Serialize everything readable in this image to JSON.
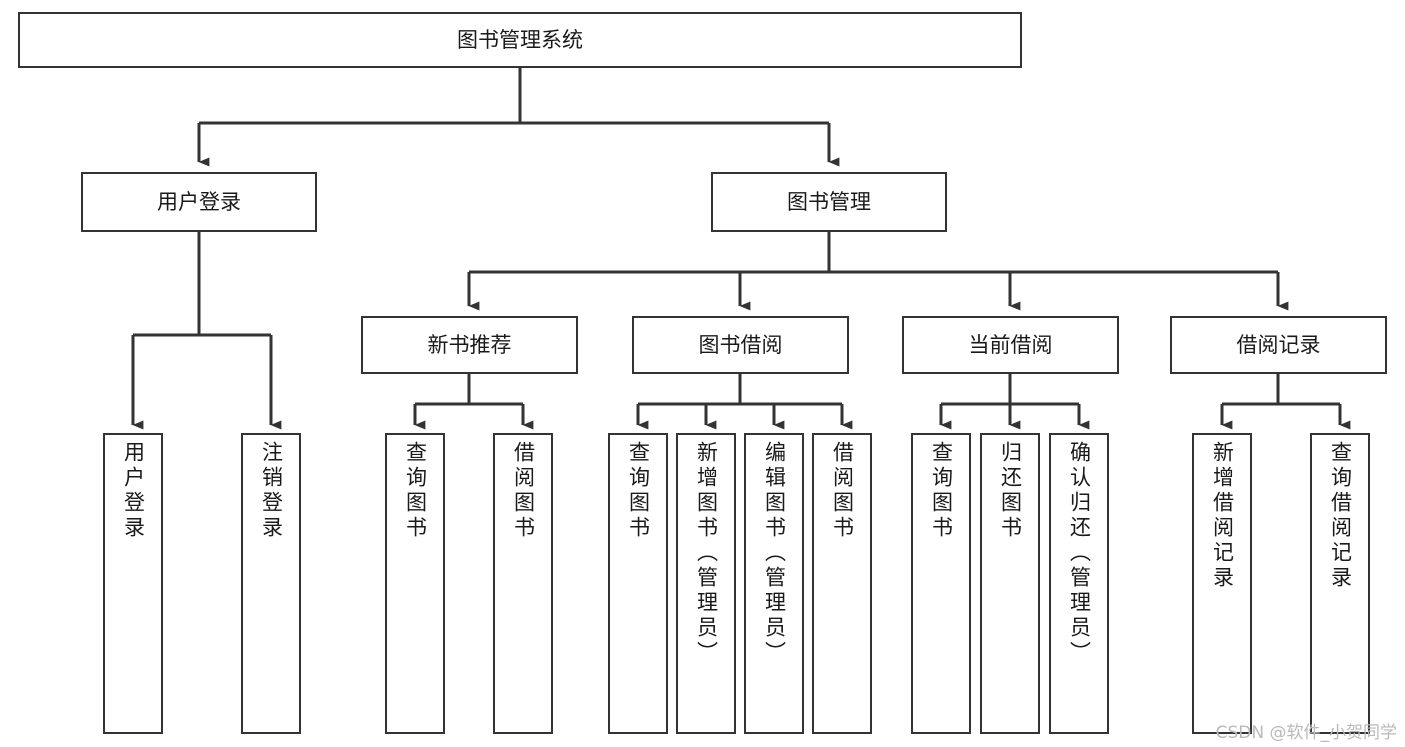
{
  "diagram": {
    "type": "tree",
    "title": "图书管理系统",
    "watermark": "CSDN @软件_小贺同学",
    "levels": {
      "root": {
        "label": "图书管理系统"
      },
      "level2": [
        {
          "id": "user-login",
          "label": "用户登录"
        },
        {
          "id": "book-management",
          "label": "图书管理"
        }
      ],
      "level3": [
        {
          "id": "new-book-recommend",
          "label": "新书推荐",
          "parent": "book-management"
        },
        {
          "id": "book-borrow",
          "label": "图书借阅",
          "parent": "book-management"
        },
        {
          "id": "current-borrow",
          "label": "当前借阅",
          "parent": "book-management"
        },
        {
          "id": "borrow-record",
          "label": "借阅记录",
          "parent": "book-management"
        }
      ],
      "leaves": [
        {
          "id": "leaf-user-login",
          "label": "用户登录",
          "parent": "user-login"
        },
        {
          "id": "leaf-logout-login",
          "label": "注销登录",
          "parent": "user-login"
        },
        {
          "id": "leaf-query-book-1",
          "label": "查询图书",
          "parent": "new-book-recommend"
        },
        {
          "id": "leaf-borrow-book-1",
          "label": "借阅图书",
          "parent": "new-book-recommend"
        },
        {
          "id": "leaf-query-book-2",
          "label": "查询图书",
          "parent": "book-borrow"
        },
        {
          "id": "leaf-add-book",
          "label": "新增图书（管理员）",
          "parent": "book-borrow"
        },
        {
          "id": "leaf-edit-book",
          "label": "编辑图书（管理员）",
          "parent": "book-borrow"
        },
        {
          "id": "leaf-borrow-book-2",
          "label": "借阅图书",
          "parent": "book-borrow"
        },
        {
          "id": "leaf-query-book-3",
          "label": "查询图书",
          "parent": "current-borrow"
        },
        {
          "id": "leaf-return-book",
          "label": "归还图书",
          "parent": "current-borrow"
        },
        {
          "id": "leaf-confirm-return",
          "label": "确认归还（管理员）",
          "parent": "current-borrow"
        },
        {
          "id": "leaf-add-record",
          "label": "新增借阅记录",
          "parent": "borrow-record"
        },
        {
          "id": "leaf-query-record",
          "label": "查询借阅记录",
          "parent": "borrow-record"
        }
      ]
    },
    "colors": {
      "stroke": "#333333",
      "fill": "#ffffff",
      "text": "#1a1a1a",
      "watermark": "#b9b9b9"
    }
  }
}
